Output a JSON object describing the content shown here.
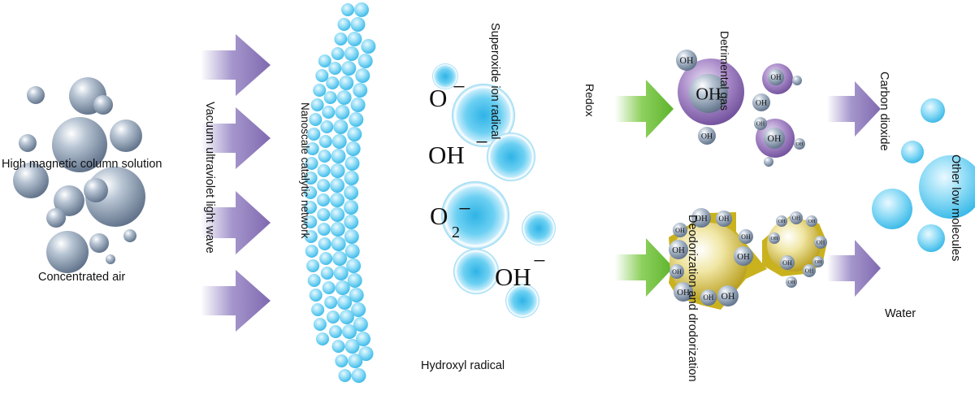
{
  "labels": {
    "solution": "High magnetic column solution",
    "air": "Concentrated air",
    "uv": "Vacuum ultraviolet light wave",
    "network": "Nanoscale catalytic network",
    "superoxide": "Superoxide ion radical",
    "hydroxyl": "Hydroxyl radical",
    "redox": "Redox",
    "detrimental": "Detrimental gas",
    "deodorization": "Deodorization and drodorization",
    "co2": "Carbon dioxide",
    "water": "Water",
    "low_molecules": "Other low molecules"
  },
  "formulas": {
    "o_base": "O",
    "o_sup": "−",
    "oh_base": "OH",
    "oh_sup": "−",
    "o2_base": "O",
    "o2_sub": "2",
    "o2_sup": "−",
    "ohm_base": "OH",
    "ohm_sup": "−"
  },
  "molecule_label": "OH",
  "colors": {
    "purple_arrow": "#8b78b8",
    "green_arrow": "#6fbe3c",
    "steel": "#7d8fa6",
    "cyan": "#4cc4ec",
    "purple_sphere": "#8e6bb3",
    "gold_sphere": "#c9b21e"
  }
}
